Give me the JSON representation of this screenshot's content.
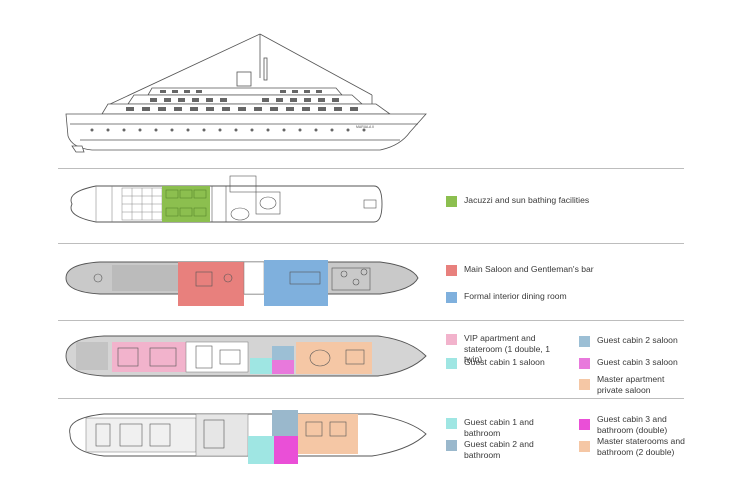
{
  "colors": {
    "jacuzzi": "#8cbf4f",
    "main_saloon": "#e8807d",
    "dining": "#7fb0dd",
    "vip": "#f2b3cc",
    "guest1_saloon": "#9fe6e3",
    "guest2_saloon": "#9cbfd5",
    "guest3_saloon": "#e879dc",
    "master_saloon": "#f5c7a5",
    "guest1_bath": "#9fe6e3",
    "guest2_bath": "#9ab8cc",
    "guest3_bath": "#ea4fd7",
    "master_bath": "#f5c7a5"
  },
  "profile": {
    "ship_name": "MARIALA II"
  },
  "legend": {
    "deck1": [
      {
        "key": "jacuzzi",
        "label": "Jacuzzi and sun bathing facilities"
      }
    ],
    "deck2": [
      {
        "key": "main_saloon",
        "label": "Main Saloon and Gentleman's bar"
      },
      {
        "key": "dining",
        "label": "Formal interior dining room"
      }
    ],
    "deck3_left": [
      {
        "key": "vip",
        "label": "VIP apartment and stateroom  (1 double, 1 twin)"
      },
      {
        "key": "guest1_saloon",
        "label": "Guest cabin 1 saloon"
      }
    ],
    "deck3_right": [
      {
        "key": "guest2_saloon",
        "label": "Guest cabin 2 saloon"
      },
      {
        "key": "guest3_saloon",
        "label": "Guest cabin 3 saloon"
      },
      {
        "key": "master_saloon",
        "label": "Master apartment private saloon"
      }
    ],
    "deck4_left": [
      {
        "key": "guest1_bath",
        "label": "Guest cabin 1 and bathroom"
      },
      {
        "key": "guest2_bath",
        "label": "Guest cabin 2 and bathroom"
      }
    ],
    "deck4_right": [
      {
        "key": "guest3_bath",
        "label": "Guest cabin 3 and bathroom (double)"
      },
      {
        "key": "master_bath",
        "label": "Master staterooms and bathroom (2 double)"
      }
    ]
  }
}
